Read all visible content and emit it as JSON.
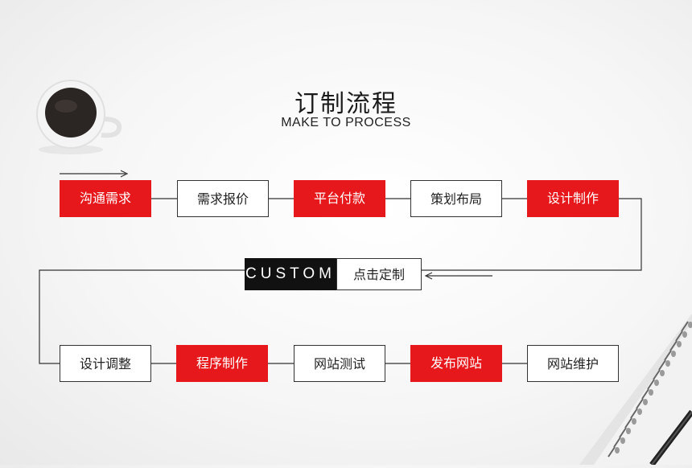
{
  "header": {
    "title": "订制流程",
    "subtitle": "MAKE TO PROCESS"
  },
  "row1": [
    {
      "label": "沟通需求",
      "style": "red"
    },
    {
      "label": "需求报价",
      "style": "outline"
    },
    {
      "label": "平台付款",
      "style": "red"
    },
    {
      "label": "策划布局",
      "style": "outline"
    },
    {
      "label": "设计制作",
      "style": "red"
    }
  ],
  "middle": {
    "tag": "CUSTOM",
    "label": "点击定制"
  },
  "row2": [
    {
      "label": "设计调整",
      "style": "outline"
    },
    {
      "label": "程序制作",
      "style": "red"
    },
    {
      "label": "网站测试",
      "style": "outline"
    },
    {
      "label": "发布网站",
      "style": "red"
    },
    {
      "label": "网站维护",
      "style": "outline"
    }
  ],
  "colors": {
    "accent": "#e6181b",
    "dark": "#111111",
    "line": "#333333"
  }
}
